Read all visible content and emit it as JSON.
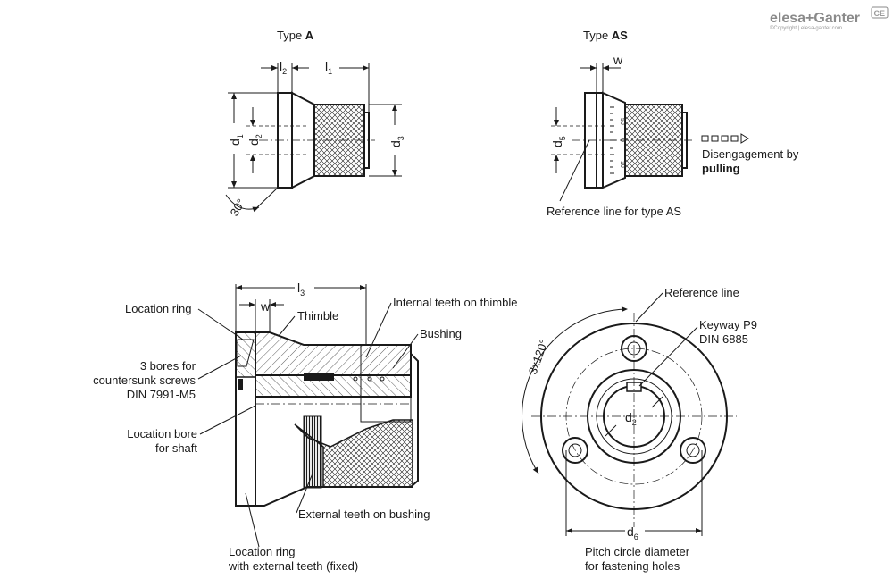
{
  "brand": {
    "logo_text": "elesa+Ganter",
    "copyright": "©Copyright | elesa-ganter.com",
    "badge": "CE"
  },
  "views": {
    "type_a": {
      "title_prefix": "Type ",
      "title_bold": "A"
    },
    "type_as": {
      "title_prefix": "Type ",
      "title_bold": "AS"
    }
  },
  "dimensions": {
    "l2": "l",
    "l2_sub": "2",
    "l1": "l",
    "l1_sub": "1",
    "d1": "d",
    "d1_sub": "1",
    "d2": "d",
    "d2_sub": "2",
    "d3": "d",
    "d3_sub": "3",
    "angle": "30°",
    "w_as": "w",
    "d5": "d",
    "d5_sub": "5",
    "l3": "l",
    "l3_sub": "3",
    "w_sec": "w",
    "d2_front": "d",
    "d2_front_sub": "2",
    "d6": "d",
    "d6_sub": "6",
    "angle_3x120": "3x120°"
  },
  "scale_marks": [
    "50",
    "0",
    "10"
  ],
  "labels": {
    "disengagement": "Disengagement by",
    "pulling": "pulling",
    "reference_line_as": "Reference line for type AS",
    "location_ring": "Location ring",
    "thimble": "Thimble",
    "internal_teeth": "Internal teeth on thimble",
    "bushing": "Bushing",
    "bores_1": "3 bores for",
    "bores_2": "countersunk screws",
    "bores_3": "DIN 7991-M5",
    "location_bore_1": "Location bore",
    "location_bore_2": "for shaft",
    "external_teeth": "External teeth on bushing",
    "ring_fixed_1": "Location ring",
    "ring_fixed_2": "with external teeth (fixed)",
    "reference_line": "Reference line",
    "keyway_1": "Keyway P9",
    "keyway_2": "DIN 6885",
    "pitch_1": "Pitch circle diameter",
    "pitch_2": "for fastening holes"
  }
}
